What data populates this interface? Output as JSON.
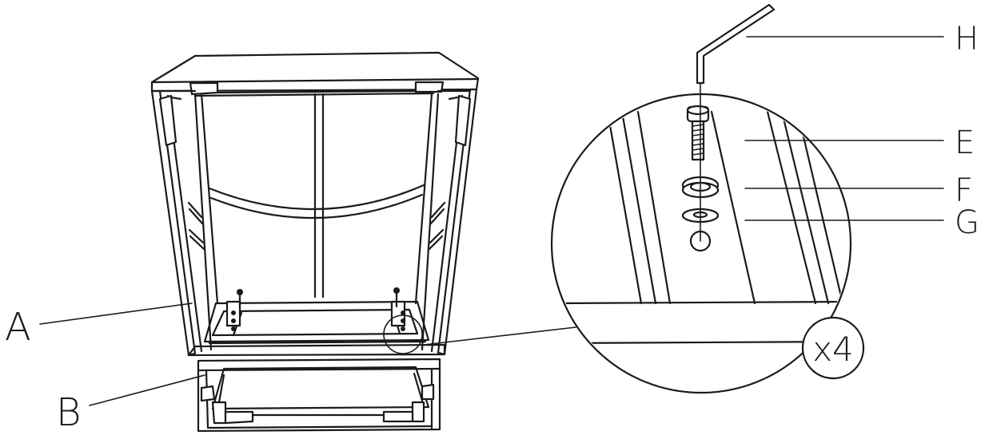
{
  "labels": {
    "A": "A",
    "B": "B",
    "E": "E",
    "F": "F",
    "G": "G",
    "H": "H"
  },
  "quantity": "x4",
  "colors": {
    "ink": "#1a1a1a",
    "background": "#ffffff"
  }
}
